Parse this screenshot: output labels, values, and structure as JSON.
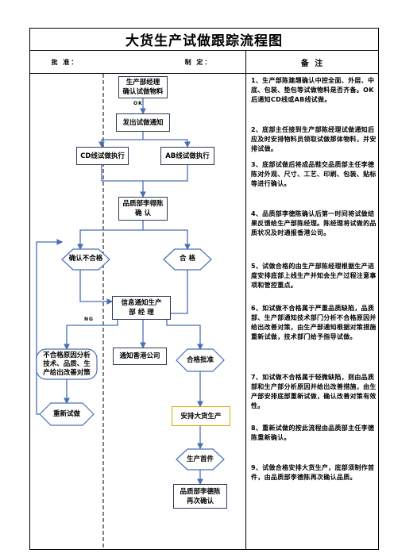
{
  "title": "大货生产试做跟踪流程图",
  "header": {
    "approve_label": "批 准：",
    "made_label": "制 定：",
    "remarks_label": "备   注"
  },
  "flow": {
    "mgr_confirm": "生产部经理\n确认试做物料",
    "ok_tag": "OK",
    "issue_notice": "发出试做通知",
    "cd_exec": "CD线试做执行",
    "ab_exec": "AB线试做执行",
    "qa_confirm": "品质部李得陈\n确 认",
    "fail_label": "确认不合格",
    "pass_label": "合 格",
    "info_notice": "信息通知生产\n部 经 理",
    "ng_tag": "NG",
    "analysis": "不合格原因分析\n技术、品质、生\n产给出改善对策",
    "notify_hk": "通知香港公司",
    "pass_approve": "合格批准",
    "retry": "重新试做",
    "arrange_mass": "安排大货生产",
    "first_piece": "生产首件",
    "qa_reconfirm": "品质部李德陈\n再次确认"
  },
  "notes": [
    "1、生产部陈建翘确认中控全面、外层、中底、包装、垫包等试做物料是否齐备。OK后通知CD线或AB线试做。",
    "2、底部主任接到生产部陈经理试做通知后应及时安排物料员领取试做那体物料，并安排试做。",
    "3、底部试做后将成品鞋交品质部主任李德陈对外观、尺寸、工艺、印刷、包装、贴标等进行确认。",
    "4、品质部李德陈确认后第一时间将试做结果反馈给生产部陈经理。陈经理将试做的品质状况及时通报香港公司。",
    "5、试做合格的由生产部陈经理根据生产进度安排底部上线生产并知会生产过程注意事项和管控重点。",
    "6、如试做不合格属于严重品质缺陷，品质部、生产部通知技术部门分析不合格原因并给出改善对策，由生产部通知根据对策措施重新试做，技术部门给予指导试做。",
    "7、如试做不合格属于轻微缺陷，则由品质部和生产部分析原因并给出改善措施，由生产部安排底部重新试做，确认改善对策有效性。",
    "8、重新试做的按此流程由品质部主任李德陈重新确认。",
    "9、试做合格安排大货生产，底部须制作首件，由品质部李德陈再次确认品质。"
  ],
  "colors": {
    "arrow": "#4a6fb3",
    "border": "#2a3a55",
    "highlight": "#e0a800"
  }
}
